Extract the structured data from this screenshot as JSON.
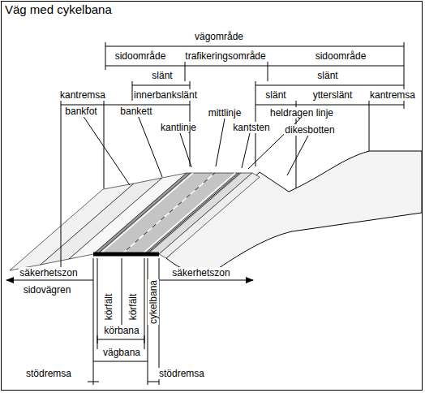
{
  "diagram": {
    "title": "Väg med cykelbana",
    "labels": [
      "vägområde",
      "sidoområde",
      "trafikeringsområde",
      "sidoområde",
      "slänt",
      "kantremsa",
      "innerbankslänt",
      "slänt",
      "slänt",
      "ytterslänt",
      "kantremsa",
      "bankfot",
      "bankett",
      "mittlinje",
      "heldragen linje",
      "kantlinje",
      "kantsten",
      "dikesbotten",
      "säkerhetszon",
      "säkerhetszon",
      "sidovägren",
      "körfält",
      "körfält",
      "cykelbana",
      "körbana",
      "vägbana",
      "stödremsa",
      "stödremsa"
    ]
  }
}
